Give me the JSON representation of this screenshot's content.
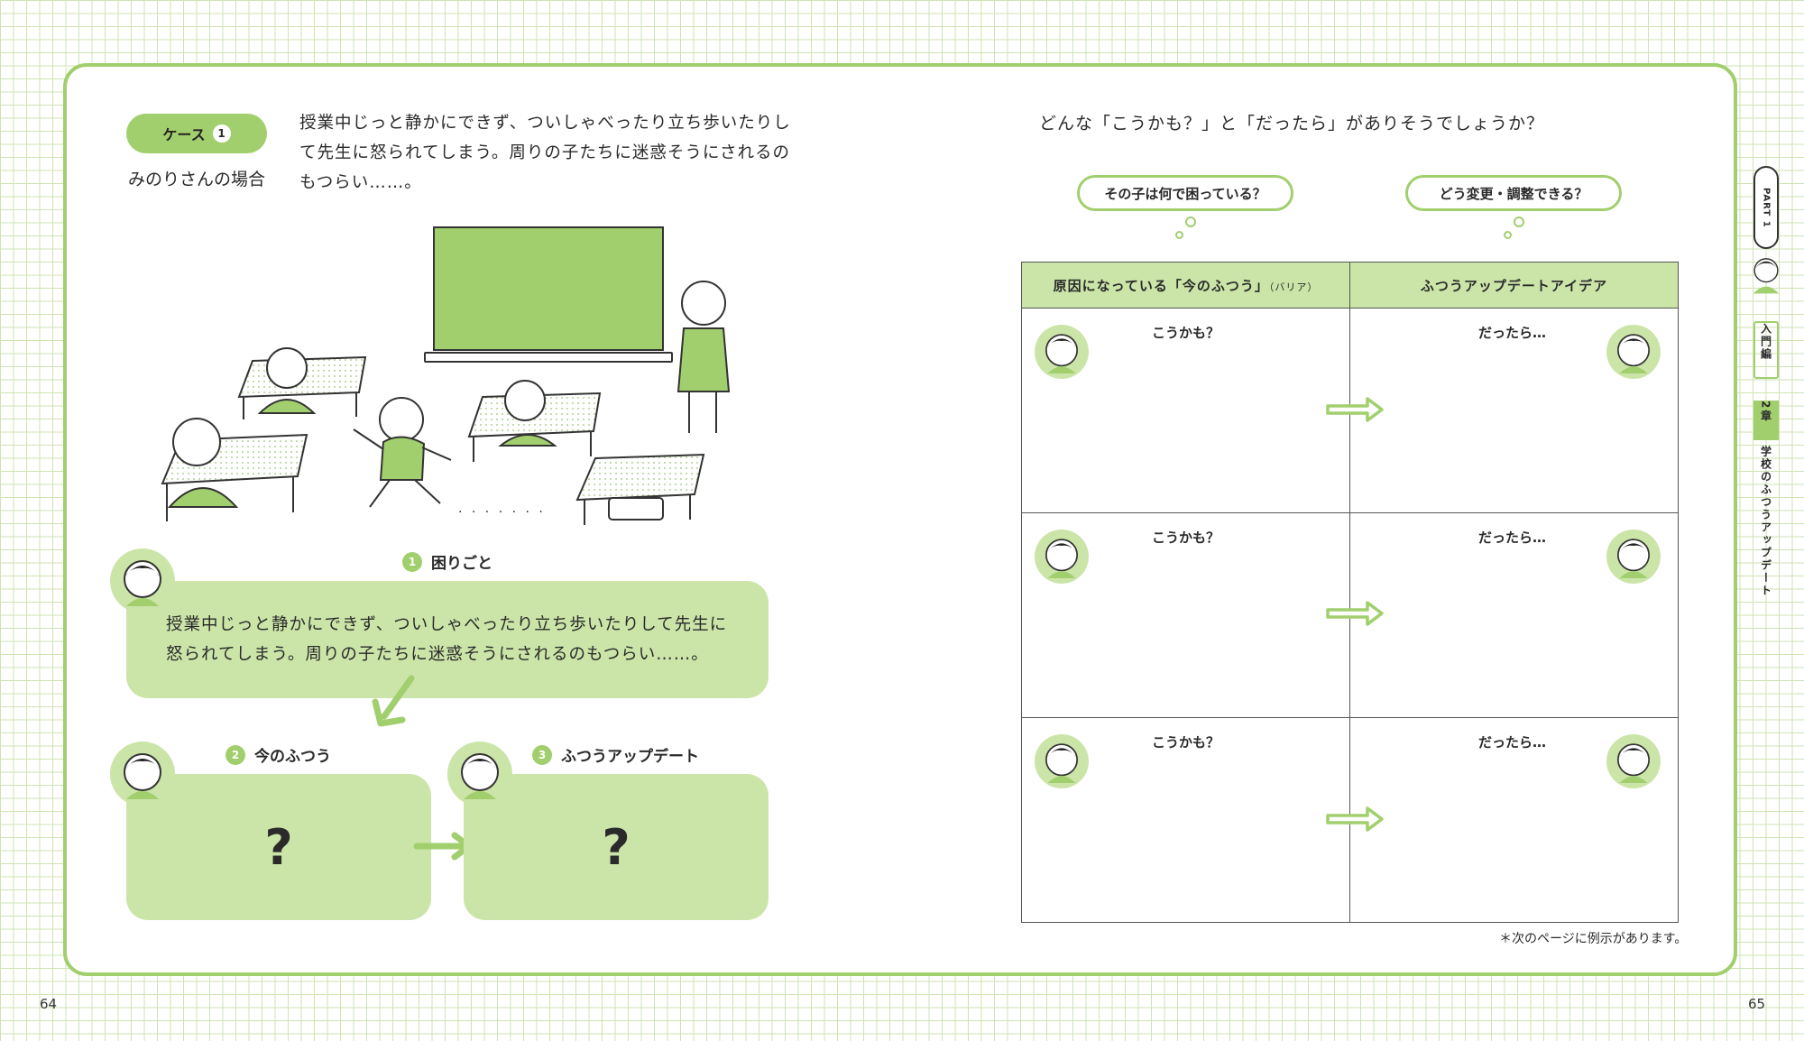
{
  "page_numbers": {
    "left": "64",
    "right": "65"
  },
  "case": {
    "label": "ケース",
    "number": "1",
    "subtitle": "みのりさんの場合",
    "intro": "授業中じっと静かにできず、ついしゃべったり立ち歩いたりして先生に怒られてしまう。周りの子たちに迷惑そうにされるのもつらい……。"
  },
  "scene": {
    "dots": ". . . . . . ."
  },
  "steps": {
    "trouble": {
      "number": "1",
      "label": "困りごと",
      "text": "授業中じっと静かにできず、ついしゃべったり立ち歩いたりして先生に怒られてしまう。周りの子たちに迷惑そうにされるのもつらい……。"
    },
    "normal": {
      "number": "2",
      "label": "今のふつう",
      "content": "?"
    },
    "update": {
      "number": "3",
      "label": "ふつうアップデート",
      "content": "?"
    }
  },
  "right": {
    "question": "どんな「こうかも？」と「だったら」がありそうでしょうか？",
    "bubble_left": "その子は何で困っている？",
    "bubble_right": "どう変更・調整できる？",
    "table": {
      "header_left": "原因になっている「今のふつう」",
      "header_left_small": "（バリア）",
      "header_right": "ふつうアップデートアイデア",
      "rows": [
        {
          "left": "こうかも？",
          "right": "だったら…"
        },
        {
          "left": "こうかも？",
          "right": "だったら…"
        },
        {
          "left": "こうかも？",
          "right": "だったら…"
        }
      ]
    },
    "footnote": "＊次のページに例示があります。"
  },
  "side_tab": {
    "part": "PART 1",
    "section": "入門編",
    "chapter": "2章",
    "chapter_title": "学校のふつうアップデート"
  },
  "colors": {
    "accent": "#a2cf6e",
    "light": "#cbe5a9",
    "grid": "#cfe3b4"
  }
}
